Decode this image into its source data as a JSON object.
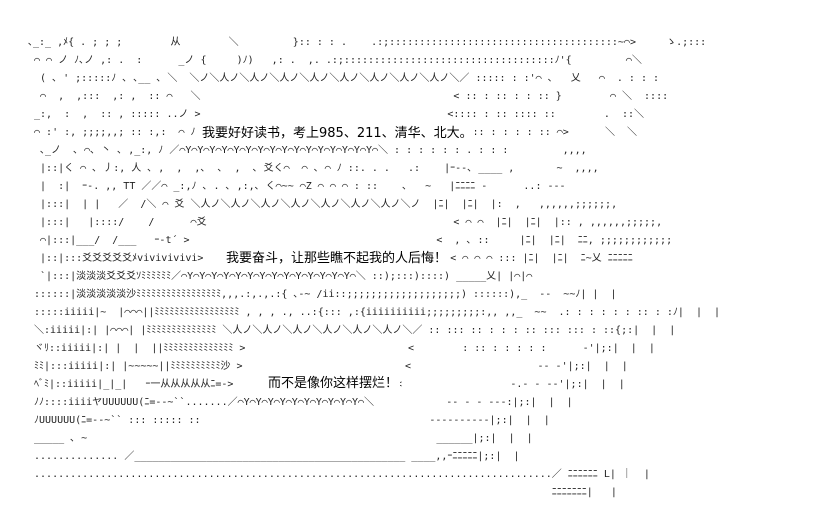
{
  "dialogue": [
    "我要好好读书，考上985、211、清华、北大。",
    "我要奋斗，让那些瞧不起我的人后悔！",
    "而不是像你这样摆烂！"
  ],
  "art_lines": [
    "､_:_ ,ﾒ{ . ; ; ;        从        ＼         }:: : : .    .:;::::::::::::::::::::::::::::::::::::::~⌒>     ゝ.;:::",
    " ⌒ ⌒ ノ ﾉ､ノ ,: .  :      _ノ {     )ﾉ)   ,: .  ,. .:;:::::::::::::::::::::::::::::::::::ﾉ'{         ⌒＼",
    "  ( ､ ' ;:::::ﾉ ､ ､__ ､ ＼  ＼ノ＼人ノ＼人ノ＼人ノ＼人ノ＼人ノ＼人ノ＼人ノ＼人ノ＼／ ::::: : :'⌒ ､   乂   ⌒  . : : :",
    "  ⌒  ,  ,:::  ,: ,  :: ⌒   ＼                                          < :: : :: : : :: }        ⌒ ＼  ::::",
    " _:,  :  ,  :: , ::::: ..ノ >                                         <:::: : :: :::: ::        .  ::＼",
    " ⌒ :' :, ;;;;,,; :: :,:  ⌒ ﾉ                                          < : :: : : : : :: ⌒>      ＼  ＼",
    "  ､_ノ  ､ ⌒､ 丶 ､ ,_:, ﾉ ／⌒Y⌒Y⌒Y⌒Y⌒Y⌒Y⌒Y⌒Y⌒Y⌒Y⌒Y⌒Y⌒Y⌒Y⌒Y⌒Y⌒＼ : : : : : : . : : :         ,,,,",
    "  |::|く ⌒ ､ 丿:, 人 ､ ,  ,  ,､  ､  ,  ､ 爻く⌒  ⌒ ､ ⌒ ﾉ ::. . .   .:    |ｰ‐-､ ____ ,       ~  ,,,,",
    "  |  :|  ｰ-. ,, TT ／／⌒ _:,ﾉ ､ . ､ ,:,､ く⌒~~ ⌒Z ⌒ ⌒ ⌒ : ::    ､   ~   |ﾆﾆﾆﾆ -      ..: ---",
    "  |:::|  | |   ／  /＼ ⌒ 爻 ＼人ノ＼人ノ＼人ノ＼人ノ＼人ノ＼人ノ＼人ノ＼ノ  |ﾆ|  |ﾆ|  |:  ,   ,,,,,,;;;;;;,",
    "  |:::|   |::::/    /      ⌒爻                                         < ⌒ ⌒  |ﾆ|  |ﾆ|  |:: , ,,,,,,;;;;;,",
    "  ⌒|:::|___/  /___   ｰ-t´ >                                         <  , ､ ::     |ﾆ|  |ﾆ|  ﾆﾆ, ;;;;;;;;;;;;",
    "  |::|:::爻爻爻爻爻ﾒvivivivivi>                                         < ⌒ ⌒ ⌒ ::: |ﾆ|  |ﾆ|  ﾆ~乂 ﾆﾆﾆﾆﾆ",
    "  `|:::|淡淡淡爻爻爻ｿﾐﾐﾐﾐﾐﾐ／⌒Y⌒Y⌒Y⌒Y⌒Y⌒Y⌒Y⌒Y⌒Y⌒Y⌒Y⌒Y⌒Y⌒Y⌒＼ ::);:::)::::) _____乂| |⌒|⌒",
    " ::::::|淡淡淡淡淡沙ﾐﾐﾐﾐﾐﾐﾐﾐﾐﾐﾐﾐﾐﾐﾐﾐﾐ,,,.:,.,.:{ ､-~ /ii::;;;;;;;;;;;;;;;;;;;) ::::::),_  --  ~~ﾉ| |  |",
    " :::::iiiii|~  |⌒⌒⌒||ﾐﾐﾐﾐﾐﾐﾐﾐﾐﾐﾐﾐﾐﾐﾐﾐﾐ , , , ., ..:{::: ,:{iiiiiiiiii;;;;;;;;;:,, ,,_  ~~  .: : : : : : :: : :ﾉ|  |  |",
    " ＼:iiiii|:| |⌒⌒⌒| |ﾐﾐﾐﾐﾐﾐﾐﾐﾐﾐﾐﾐﾐﾐ ＼人ノ＼人ノ＼人ノ＼人ノ＼人ノ＼人ノ＼／ :: ::: :: : : : :: ::: ::: : ::{;:|  |  |",
    " ヾﾘ::iiiii|:| |  |  ||ﾐﾐﾐﾐﾐﾐﾐﾐﾐﾐﾐﾐﾐﾐ >                           <        : :: : : : : :      -'|;:|  |  |",
    " ﾐﾐ|:::iiiii|:| |~~~~~||ﾐﾐﾐﾐﾐﾐﾐﾐﾐﾐ沙 >                           <                     -- -'|;:|  |  |",
    " ﾍﾞﾐ|::iiiii|_|_|   ｰ一从从从从从ﾆ=->                           <                  -.- - --'|;:|  |  |",
    " ﾉﾉ::::iiiiヤUUUUUU(ﾆ=--~``.......／⌒Y⌒Y⌒Y⌒Y⌒Y⌒Y⌒Y⌒Y⌒Y⌒Y⌒＼            -- - - ---:|;:|  |  |",
    " ﾉUUUUUU(ﾆ=--~`` ::: ::::: ::                                      ----------|;:|  |  |",
    " _____ ､ ~                                                          ______|;:|  |  |",
    " .............. ／_____________________________________________ ____,,ｰﾆﾆﾆﾆﾆ|;:|  |",
    " ......................................................................................／ ﾆﾆﾆﾆﾆﾆ L| ｜  |",
    "                                                                                       ﾆﾆﾆﾆﾆﾆﾆ|   |"
  ]
}
